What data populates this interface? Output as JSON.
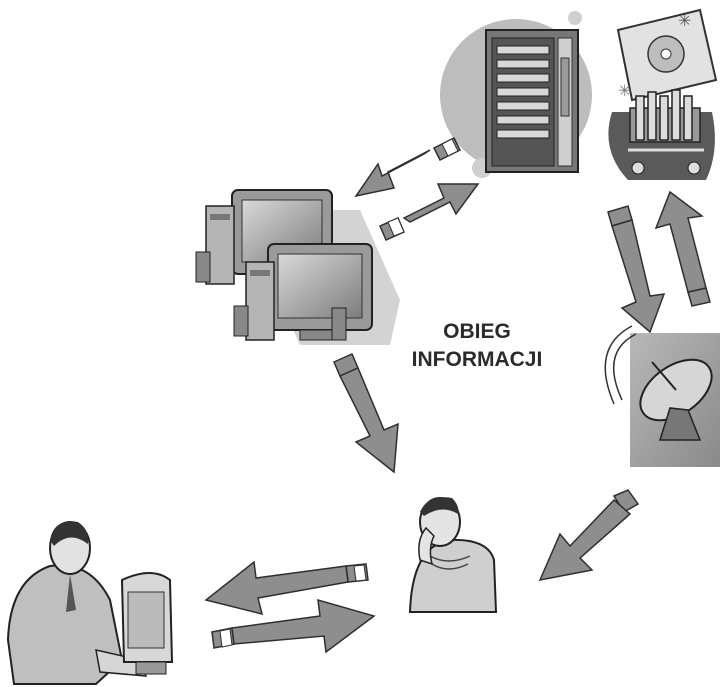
{
  "diagram": {
    "title_line1": "OBIEG",
    "title_line2": "INFORMACJI",
    "nodes": [
      {
        "name": "server-cluster",
        "icon": "server-icon"
      },
      {
        "name": "computers",
        "icon": "computer-icon"
      },
      {
        "name": "satellite",
        "icon": "satellite-dish-icon"
      },
      {
        "name": "thinking-person",
        "icon": "person-icon"
      },
      {
        "name": "office-worker",
        "icon": "office-worker-icon"
      }
    ],
    "colors": {
      "arrow_fill": "#8e8e8e",
      "arrow_stroke": "#2f2f2f",
      "background": "#ffffff"
    }
  }
}
